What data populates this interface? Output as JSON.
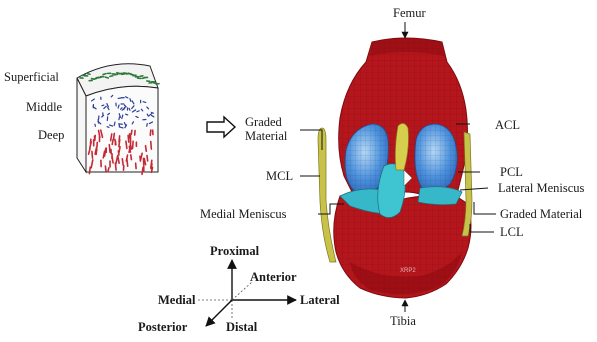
{
  "labels": {
    "femur": "Femur",
    "superficial": "Superficial",
    "middle": "Middle",
    "deep": "Deep",
    "graded_material_left_line1": "Graded",
    "graded_material_left_line2": "Material",
    "acl": "ACL",
    "mcl": "MCL",
    "pcl": "PCL",
    "lateral_meniscus": "Lateral Meniscus",
    "medial_meniscus": "Medial Meniscus",
    "graded_material_right": "Graded Material",
    "lcl": "LCL",
    "tibia": "Tibia",
    "model_tag": "XRP2"
  },
  "axes": {
    "proximal": "Proximal",
    "anterior": "Anterior",
    "medial": "Medial",
    "lateral": "Lateral",
    "posterior": "Posterior",
    "distal": "Distal"
  },
  "colors": {
    "bone": "#b4161c",
    "bone_dark": "#7e0c10",
    "cartilage": "#4a8fdc",
    "cartilage_light": "#a9cff2",
    "meniscus": "#39c2cf",
    "ligament": "#c9c24a",
    "layer_superficial": "#2f7a3a",
    "layer_middle": "#2a3f9a",
    "layer_deep": "#c42a36"
  }
}
